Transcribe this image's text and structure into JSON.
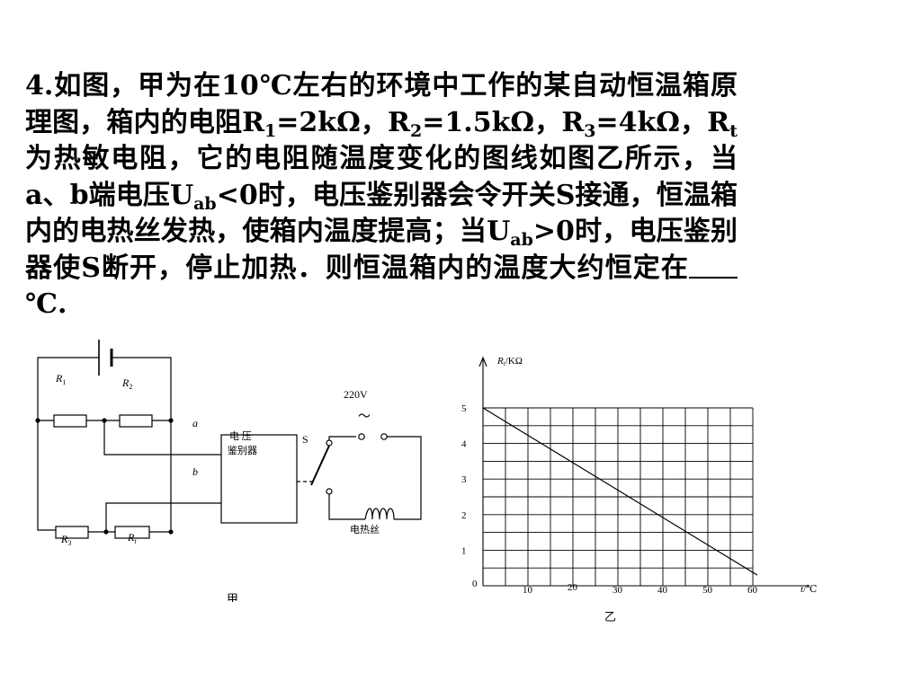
{
  "question": {
    "number": "4.",
    "segments": [
      {
        "t": "如图，甲为在10℃左右的环境中工作的某自动恒温箱原理图，箱内的电阻R"
      },
      {
        "sub": "1"
      },
      {
        "t": "=2kΩ，R"
      },
      {
        "sub": "2"
      },
      {
        "t": "=1.5kΩ，R"
      },
      {
        "sub": "3"
      },
      {
        "t": "=4kΩ，R"
      },
      {
        "sub": "t"
      },
      {
        "t": "为热敏电阻，它的电阻随温度变化的图线如图乙所示，当a、b端电压U"
      },
      {
        "sub": "ab"
      },
      {
        "t": "<0时，电压鉴别器会令开关S接通，恒温箱内的电热丝发热，使箱内温度提高；当U"
      },
      {
        "sub": "ab"
      },
      {
        "t": ">0时，电压鉴别器使S断开，停止加热．则恒温箱内的温度大约恒定在"
      },
      {
        "blank": true
      },
      {
        "t": "℃."
      }
    ]
  },
  "circuit": {
    "labels": {
      "r1": "R",
      "r1_sub": "1",
      "r2": "R",
      "r2_sub": "2",
      "r3": "R",
      "r3_sub": "3",
      "rt": "R",
      "rt_sub": "t",
      "node_a": "a",
      "node_b": "b",
      "detector_line1": "电 压",
      "detector_line2": "鉴别器",
      "switch": "S",
      "supply": "220V",
      "ac_symbol": "～",
      "heater": "电热丝",
      "caption": "甲"
    }
  },
  "chart_data": {
    "type": "line",
    "xlabel": "t/℃",
    "ylabel": "Rt/KΩ",
    "x_ticks": [
      "10",
      "20",
      "30",
      "40",
      "50",
      "60"
    ],
    "y_ticks": [
      "1",
      "2",
      "3",
      "4",
      "5"
    ],
    "origin_label": "0",
    "caption": "乙",
    "xlim": [
      0,
      60
    ],
    "ylim": [
      0,
      5
    ],
    "grid": true,
    "series": [
      {
        "x": [
          0,
          61
        ],
        "y": [
          5.0,
          0.3
        ]
      }
    ]
  }
}
